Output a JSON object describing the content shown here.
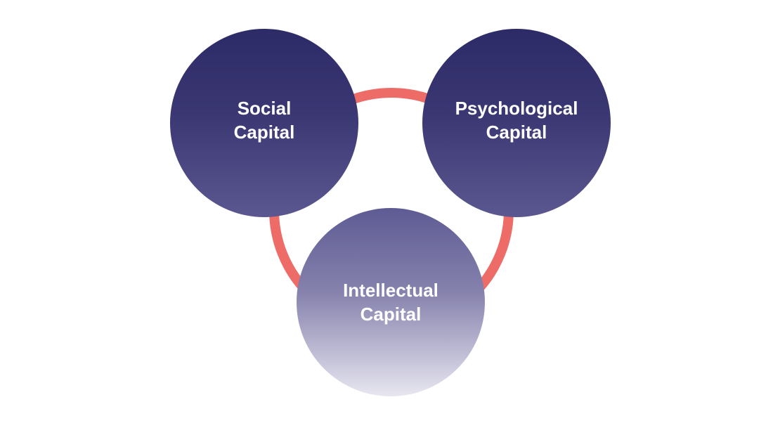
{
  "diagram": {
    "nodes": {
      "social": {
        "line1": "Social",
        "line2": "Capital"
      },
      "psychological": {
        "line1": "Psychological",
        "line2": "Capital"
      },
      "intellectual": {
        "line1": "Intellectual",
        "line2": "Capital"
      }
    },
    "colors": {
      "connector_ring": "#ee6c68",
      "top_circle_dark": "#2d2b67",
      "top_circle_light": "#5b5790",
      "bottom_circle_top": "#5e5b94",
      "bottom_circle_bottom": "#e8e7f0",
      "label_text": "#ffffff",
      "background": "#ffffff"
    }
  }
}
